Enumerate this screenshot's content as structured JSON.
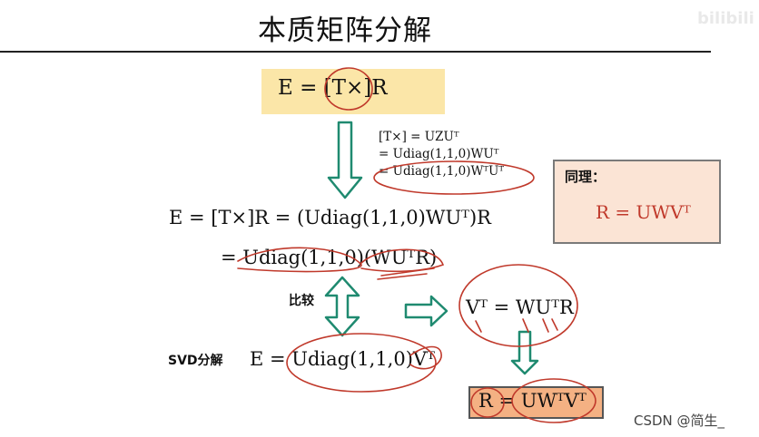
{
  "title": "本质矩阵分解",
  "watermark": "bilibili",
  "eq_e_tx_r": "E = [T×]R",
  "side_derivation": [
    "[T×] = UZUᵀ",
    "= Udiag(1,1,0)WUᵀ",
    "= Udiag(1,1,0)WᵀUᵀ"
  ],
  "eq_expanded": "E = [T×]R = (Udiag(1,1,0)WUᵀ)R",
  "eq_grouped": "= Udiag(1,1,0)(WUᵀR)",
  "label_compare": "比较",
  "eq_vt": "Vᵀ = WUᵀR",
  "label_svd": "SVD分解",
  "eq_svd": "E = Udiag(1,1,0)Vᵀ",
  "similarly": {
    "label": "同理：",
    "equation": "R = UWVᵀ"
  },
  "eq_result": "R = UWᵀVᵀ",
  "footer": "CSDN @简生_",
  "colors": {
    "yellow_box": "#fbe6a8",
    "peach_box": "#fbe4d5",
    "orange_box": "#f4b183",
    "arrow_green": "#1f8a70",
    "ink_red": "#c0392b"
  }
}
